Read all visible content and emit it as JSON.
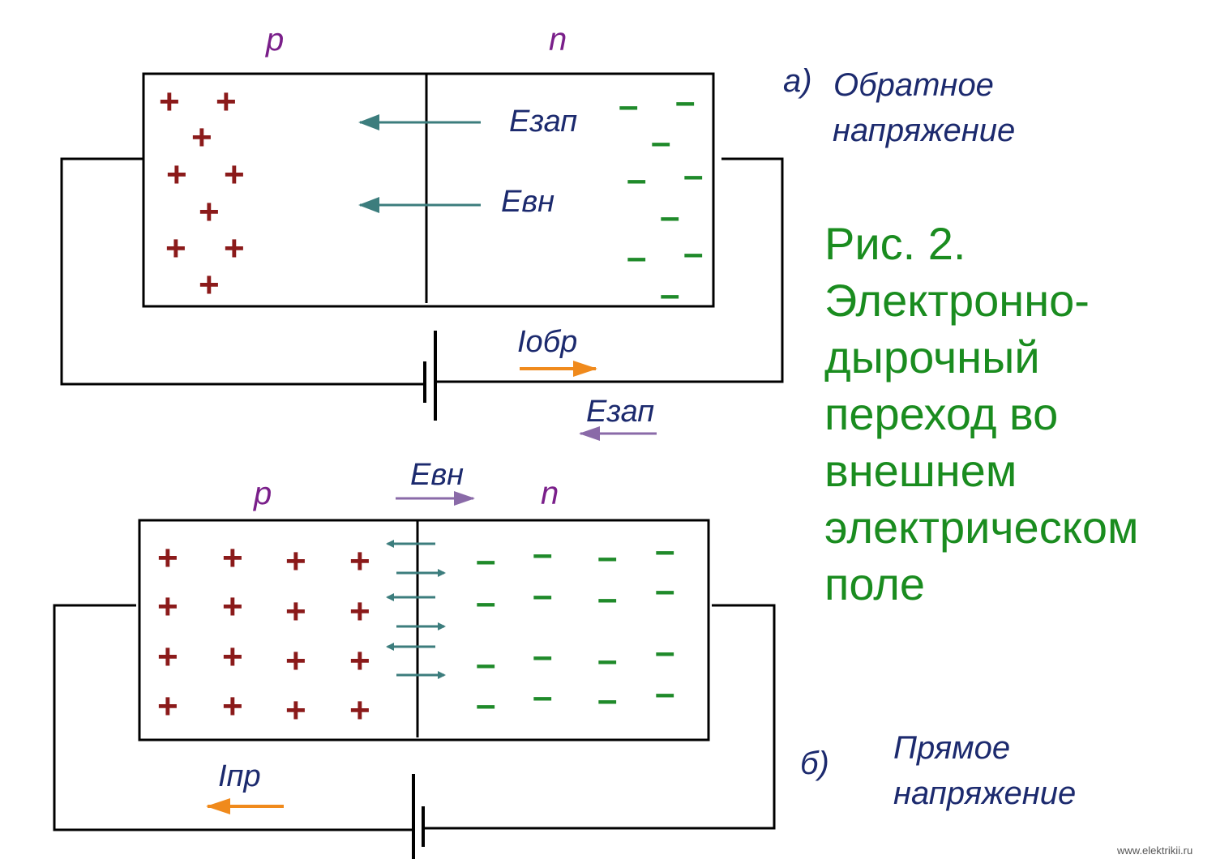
{
  "top": {
    "p_label": "p",
    "n_label": "n",
    "case_letter": "а)",
    "case_line1": "Обратное",
    "case_line2": "напряжение",
    "e_zap": "Eзап",
    "e_vn": "Eвн",
    "current": "Iобр",
    "e_zap_outside": "Eзап"
  },
  "bottom": {
    "p_label": "p",
    "n_label": "n",
    "e_vn": "Eвн",
    "case_letter": "б)",
    "case_line1": "Прямое",
    "case_line2": "напряжение",
    "current": "Iпр"
  },
  "caption": {
    "lines": [
      "Рис. 2.",
      "Электронно-",
      "дырочный",
      "переход во",
      "внешнем",
      "электрическом",
      "поле"
    ]
  },
  "watermark": "www.elektrikii.ru",
  "colors": {
    "plus": "#8b1a1a",
    "minus": "#1f8a2a",
    "label": "#1c2a6e",
    "pn_label": "#7a1f8a",
    "field_arrow": "#3c7d7d",
    "current_arrow": "#f08a1c",
    "outside_field_arrow": "#8a6aa8",
    "caption": "#1a8c1f"
  }
}
